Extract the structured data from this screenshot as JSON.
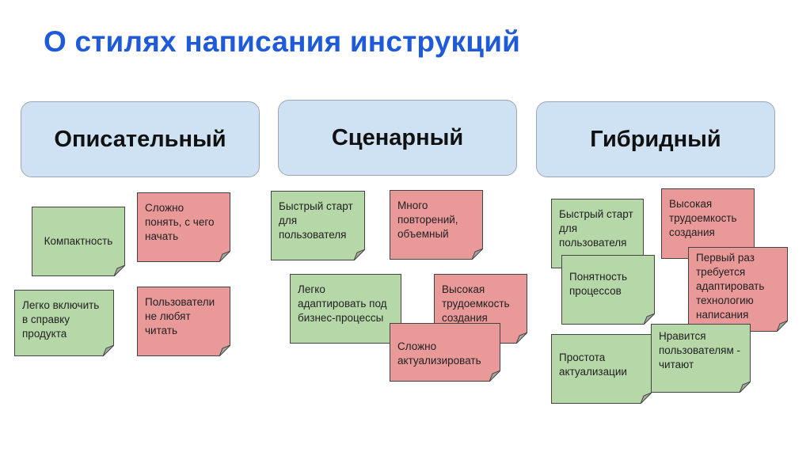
{
  "title": "О стилях написания инструкций",
  "columns": [
    {
      "header": "Описательный",
      "notes": [
        {
          "text": "Компактность",
          "type": "pro"
        },
        {
          "text": "Сложно понять, с чего начать",
          "type": "con"
        },
        {
          "text": "Легко включить в справку продукта",
          "type": "pro"
        },
        {
          "text": "Пользователи не любят читать",
          "type": "con"
        }
      ]
    },
    {
      "header": "Сценарный",
      "notes": [
        {
          "text": "Быстрый старт для пользователя",
          "type": "pro"
        },
        {
          "text": "Много повторений, объемный",
          "type": "con"
        },
        {
          "text": "Легко адаптировать под бизнес-процессы",
          "type": "pro"
        },
        {
          "text": "Высокая трудоемкость создания",
          "type": "con"
        },
        {
          "text": "Сложно актуализировать",
          "type": "con"
        }
      ]
    },
    {
      "header": "Гибридный",
      "notes": [
        {
          "text": "Быстрый старт для пользователя",
          "type": "pro"
        },
        {
          "text": "Высокая трудоемкость создания",
          "type": "con"
        },
        {
          "text": "Понятность процессов",
          "type": "pro"
        },
        {
          "text": "Первый раз требуется адаптировать технологию написания",
          "type": "con"
        },
        {
          "text": "Простота актуализации",
          "type": "pro"
        },
        {
          "text": "Нравится пользователям - читают",
          "type": "pro"
        }
      ]
    }
  ],
  "colors": {
    "title": "#1f5bd8",
    "header_bg": "#cfe2f3",
    "pro": "#b6d7a8",
    "con": "#ea9999"
  }
}
